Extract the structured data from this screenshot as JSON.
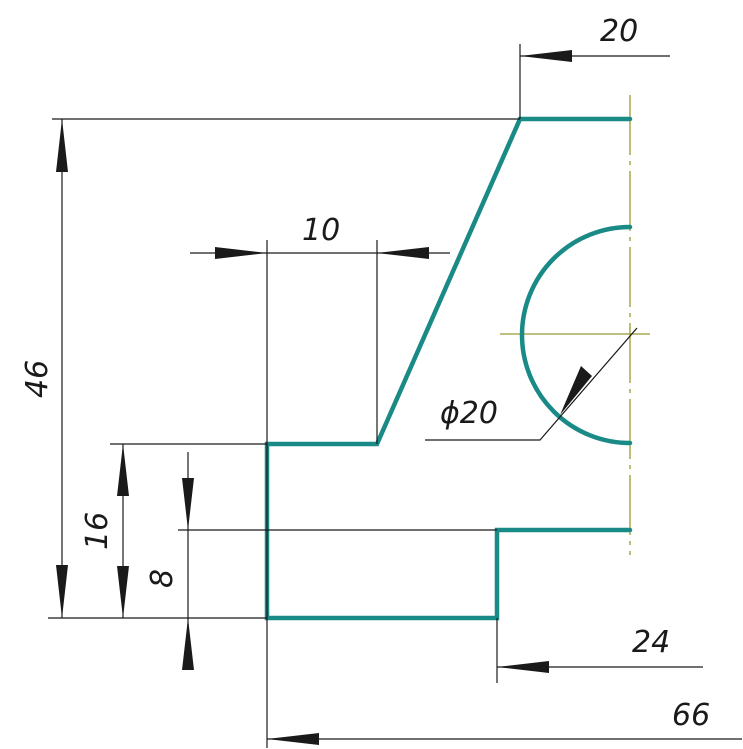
{
  "dimensions": {
    "top_offset": "20",
    "height_total": "46",
    "step_width": "10",
    "step_height": "16",
    "slot_height": "8",
    "slot_width": "24",
    "overall_width": "66",
    "hole_diameter": "ϕ20"
  },
  "colors": {
    "outline": "#1a8a86",
    "dimension": "#1a1a1a",
    "centerline": "#9a9a30"
  }
}
